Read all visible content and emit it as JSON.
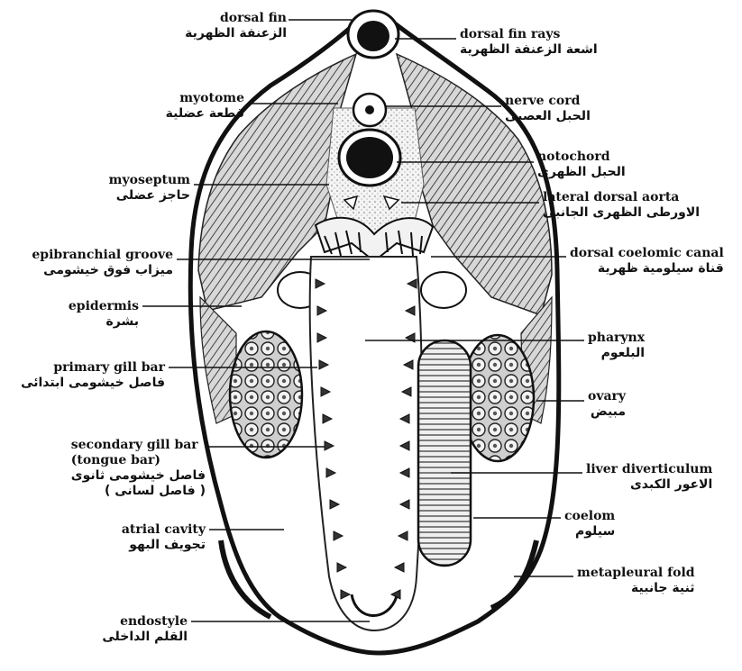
{
  "labels": {
    "dorsal_fin": {
      "en": "dorsal fin",
      "ar": "الزعنفة الظهرية"
    },
    "dorsal_fin_rays": {
      "en": "dorsal fin rays",
      "ar": "اشعة الزعنفة الظهرية"
    },
    "myotome": {
      "en": "myotome",
      "ar": "قطعة عضلية"
    },
    "nerve_cord": {
      "en": "nerve cord",
      "ar": "الحبل العصبى"
    },
    "notochord": {
      "en": "notochord",
      "ar": "الحبل الظهرى"
    },
    "myoseptum": {
      "en": "myoseptum",
      "ar": "حاجز عضلى"
    },
    "lateral_dorsal_aorta": {
      "en": "lateral dorsal aorta",
      "ar": "الاورطى الظهرى الجانبى"
    },
    "epibranchial_groove": {
      "en": "epibranchial groove",
      "ar": "ميزاب فوق خيشومى"
    },
    "dorsal_coelomic_canal": {
      "en": "dorsal coelomic canal",
      "ar": "قناة سيلومية ظهرية"
    },
    "epidermis": {
      "en": "epidermis",
      "ar": "بشرة"
    },
    "pharynx": {
      "en": "pharynx",
      "ar": "البلعوم"
    },
    "primary_gill_bar": {
      "en": "primary gill bar",
      "ar": "فاصل خيشومى ابتدائى"
    },
    "ovary": {
      "en": "ovary",
      "ar": "مبيض"
    },
    "secondary_gill_bar": {
      "en": "secondary gill bar",
      "en2": "(tongue bar)",
      "ar": "فاصل خيشومى ثانوى",
      "ar2": "( فاصل لسانى )"
    },
    "liver_diverticulum": {
      "en": "liver diverticulum",
      "ar": "الاعور الكبدى"
    },
    "coelom": {
      "en": "coelom",
      "ar": "سيلوم"
    },
    "atrial_cavity": {
      "en": "atrial cavity",
      "ar": "تجويف البهو"
    },
    "metapleural_fold": {
      "en": "metapleural fold",
      "ar": "ثنية جانبية"
    },
    "endostyle": {
      "en": "endostyle",
      "ar": "القلم الداخلى"
    }
  },
  "colors": {
    "ink": "#111111",
    "paper": "#ffffff",
    "tissue": "#e9e9e9",
    "muscle": "#cfcfcf"
  }
}
